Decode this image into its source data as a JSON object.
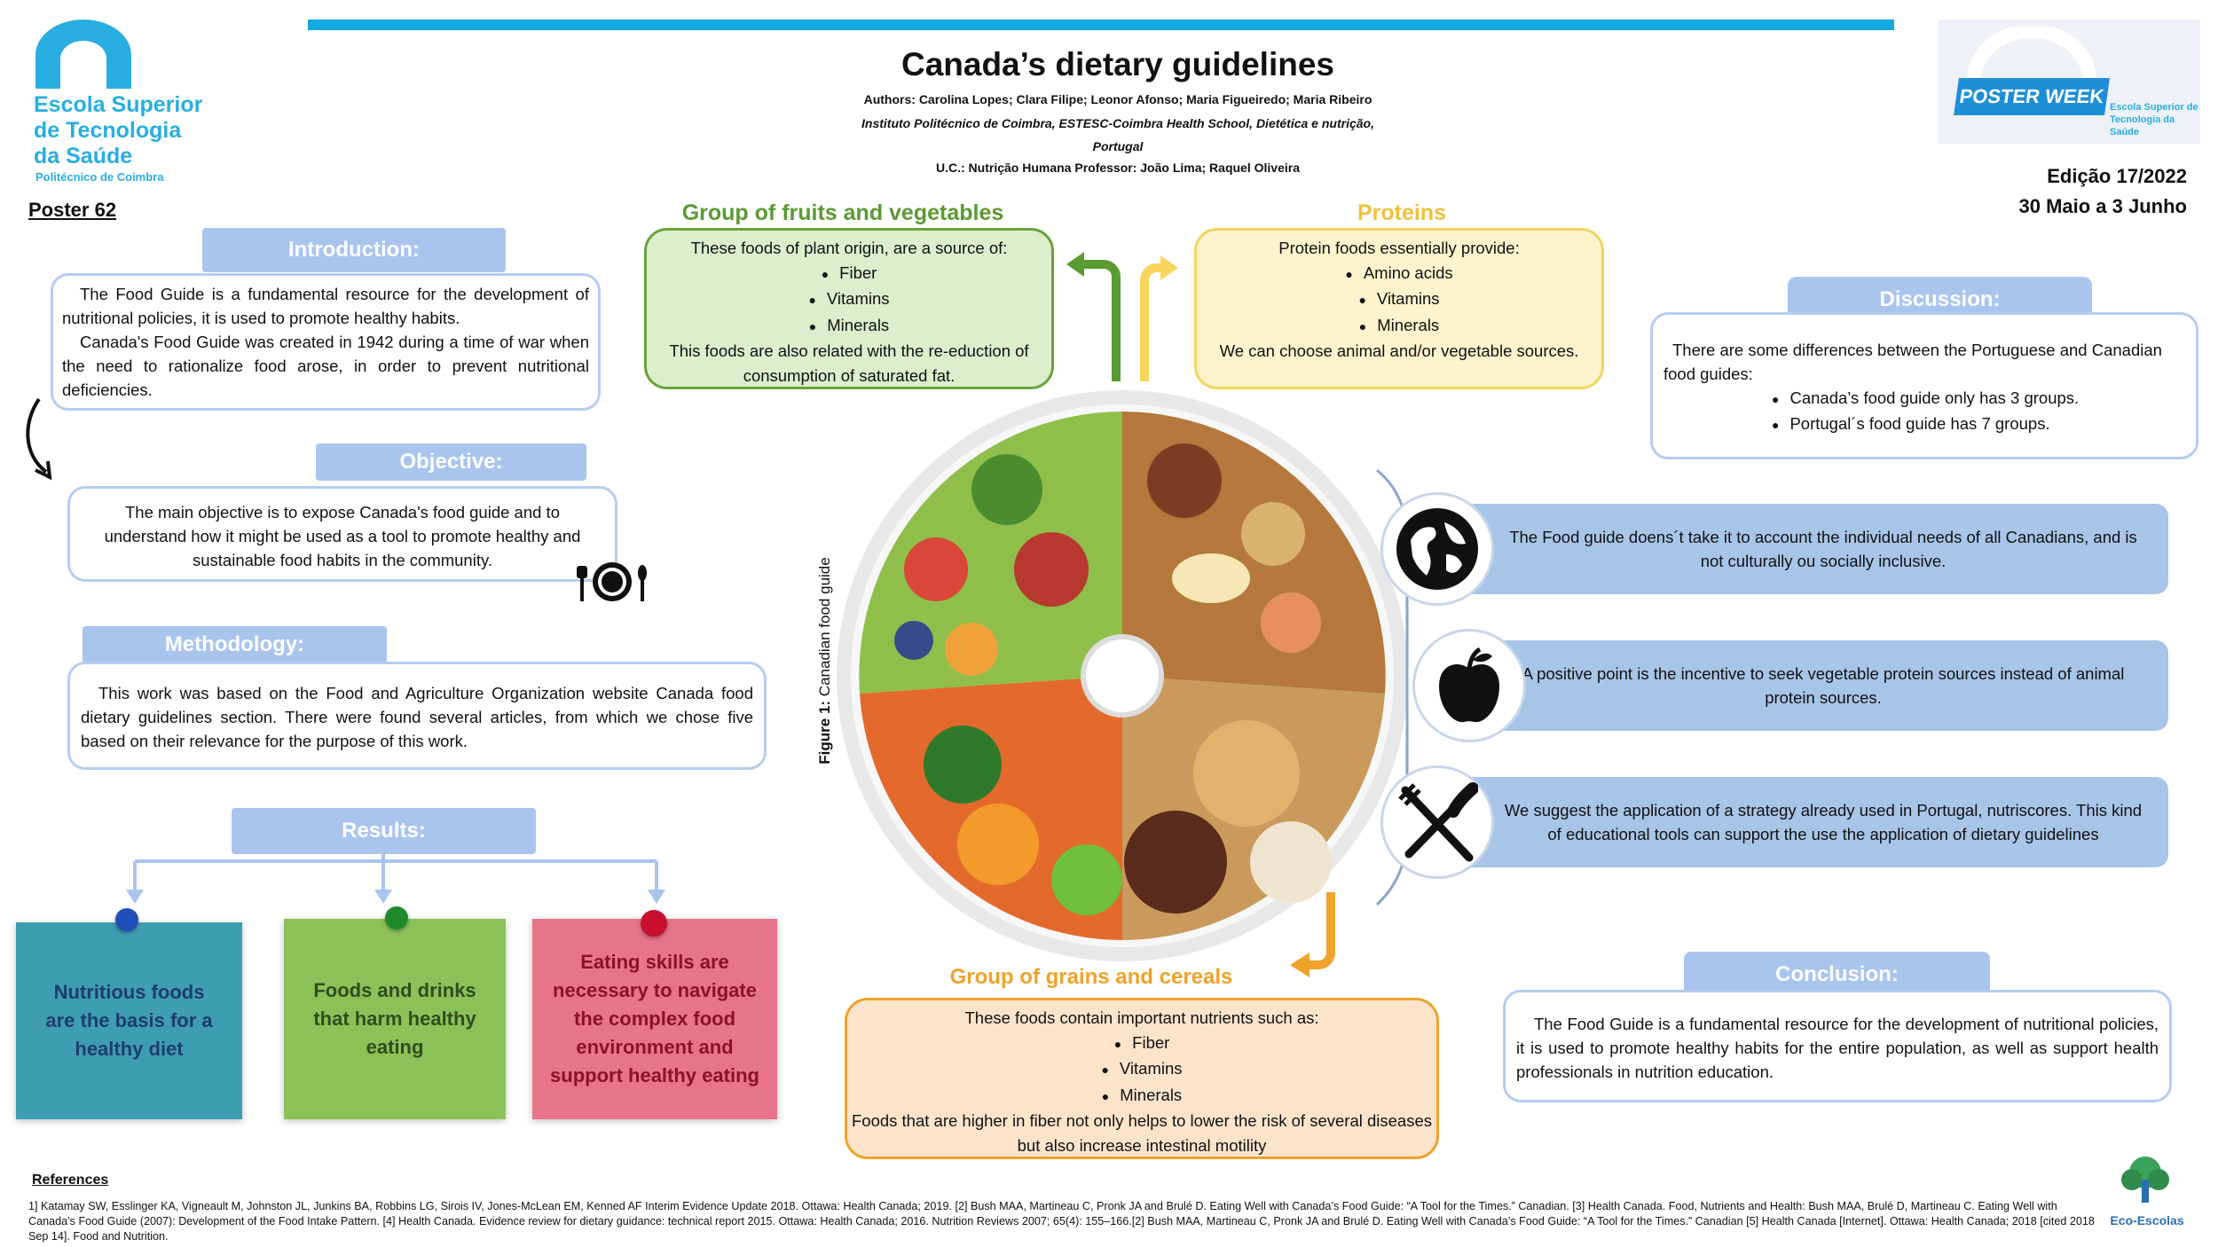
{
  "header": {
    "school_line1": "Escola Superior",
    "school_line2": "de Tecnologia",
    "school_line3": "da Saúde",
    "school_sub": "Politécnico de Coimbra",
    "poster_number": "Poster 62",
    "title": "Canada’s dietary guidelines",
    "authors": "Authors:  Carolina Lopes; Clara Filipe;  Leonor Afonso; Maria Figueiredo; Maria Ribeiro",
    "institution": "Instituto Politécnico de Coimbra, ESTESC-Coimbra Health School, Dietética e nutrição,",
    "country": "Portugal",
    "course": "U.C.: Nutrição Humana   Professor: João Lima; Raquel Oliveira",
    "poster_week": "POSTER WEEK",
    "pw_school": "Escola Superior de Tecnologia da Saúde",
    "edition": "Edição 17/2022",
    "dates": "30 Maio a 3 Junho"
  },
  "introduction": {
    "heading": "Introduction:",
    "p1": "The Food Guide is a fundamental resource for the development of nutritional policies, it is used to promote healthy habits.",
    "p2": "Canada's Food Guide was created in 1942 during a time of war when the need to rationalize food arose, in order to prevent nutritional deficiencies."
  },
  "objective": {
    "heading": "Objective:",
    "text": "The main objective is to expose Canada's food guide and to understand how it might be used as a tool to promote healthy and sustainable food habits in the community."
  },
  "methodology": {
    "heading": "Methodology:",
    "text": "This work was based on the Food and Agriculture Organization website Canada food dietary guidelines section. There were found several articles, from which we chose five based on their relevance for the purpose of this work."
  },
  "results": {
    "heading": "Results:",
    "notes": [
      {
        "text": "Nutritious foods are the basis for a healthy diet",
        "bg": "#3e9db1",
        "pin": "#1f4fb8",
        "color": "#1d3d6e"
      },
      {
        "text": "Foods and drinks that harm healthy eating",
        "bg": "#8cc158",
        "pin": "#1f8a2c",
        "color": "#2f4d1e"
      },
      {
        "text": "Eating skills are necessary to navigate the complex food environment and support healthy eating",
        "bg": "#e8748a",
        "pin": "#c8102e",
        "color": "#8a1423"
      }
    ]
  },
  "fruits": {
    "heading": "Group of fruits and vegetables",
    "intro": "These foods of plant origin, are a source of:",
    "items": [
      "Fiber",
      "Vitamins",
      "Minerals"
    ],
    "outro": "This foods are also related with the re-eduction of consumption of saturated fat."
  },
  "proteins": {
    "heading": "Proteins",
    "intro": "Protein foods essentially provide:",
    "items": [
      "Amino acids",
      "Vitamins",
      "Minerals"
    ],
    "outro": "We can choose animal and/or vegetable sources."
  },
  "grains": {
    "heading": "Group of grains and cereals",
    "intro": "These foods contain important nutrients such as:",
    "items": [
      "Fiber",
      "Vitamins",
      "Minerals"
    ],
    "outro": "Foods that are higher in fiber not only helps to lower the risk of several diseases but also increase intestinal motility"
  },
  "figure": {
    "label": "Figure 1:",
    "caption": " Canadian food guide"
  },
  "discussion": {
    "heading": "Discussion:",
    "intro": "There are some differences between the  Portuguese and Canadian food guides:",
    "items": [
      "Canada’s food guide only has 3 groups.",
      "Portugal´s food guide has 7 groups."
    ],
    "points": [
      {
        "icon": "globe-icon",
        "text": "The Food guide doens´t  take it to account the individual needs of all Canadians, and is not culturally ou socially inclusive."
      },
      {
        "icon": "apple-icon",
        "text": "A positive point is the incentive to seek vegetable protein sources instead of animal protein sources."
      },
      {
        "icon": "cutlery-icon",
        "text": "We suggest the application of a strategy already used in Portugal, nutriscores. This kind of educational tools can support the use the application of dietary guidelines"
      }
    ]
  },
  "conclusion": {
    "heading": "Conclusion:",
    "text": "The Food Guide is a fundamental resource for the development of nutritional policies, it is used to promote healthy habits for the entire population, as well as support health professionals in nutrition education."
  },
  "references": {
    "heading": "References",
    "text": "1] Katamay SW, Esslinger KA, Vigneault M, Johnston JL, Junkins BA, Robbins LG, Sirois IV, Jones-McLean EM, Kenned AF Interim Evidence Update 2018. Ottawa: Health Canada; 2019. [2] Bush MAA, Martineau C, Pronk JA and Brulé D. Eating Well with Canada’s Food Guide: “A Tool for the Times.” Canadian.  [3] Health Canada. Food, Nutrients and Health: Bush MAA, Brulé D, Martineau C. Eating Well with Canada’s Food Guide (2007): Development of the Food Intake Pattern. [4]  Health Canada. Evidence review for dietary guidance: technical report 2015. Ottawa: Health Canada; 2016. Nutrition Reviews 2007; 65(4): 155–166.[2] Bush MAA, Martineau C, Pronk JA and Brulé D. Eating Well with Canada’s Food Guide: “A Tool for the Times.” Canadian [5]  Health Canada [Internet]. Ottawa: Health Canada; 2018 [cited 2018 Sep 14]. Food and Nutrition."
  },
  "eco": {
    "label": "Eco-Escolas"
  }
}
